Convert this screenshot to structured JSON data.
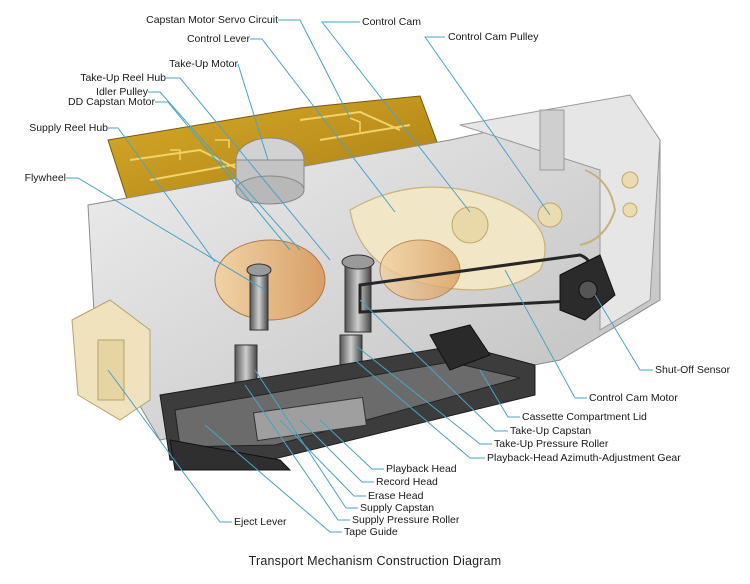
{
  "labels": {
    "capstan_motor_servo_circuit": "Capstan Motor Servo Circuit",
    "control_cam": "Control Cam",
    "control_cam_pulley": "Control Cam Pulley",
    "control_lever": "Control Lever",
    "take_up_motor": "Take-Up Motor",
    "take_up_reel_hub": "Take-Up Reel Hub",
    "idler_pulley": "Idler Pulley",
    "dd_capstan_motor": "DD Capstan Motor",
    "supply_reel_hub": "Supply Reel Hub",
    "flywheel": "Flywheel",
    "shut_off_sensor": "Shut-Off Sensor",
    "control_cam_motor": "Control Cam Motor",
    "cassette_compartment_lid": "Cassette Compartment Lid",
    "take_up_capstan": "Take-Up Capstan",
    "take_up_pressure_roller": "Take-Up Pressure Roller",
    "playback_head_azimuth_adjustment_gear": "Playback-Head Azimuth-Adjustment Gear",
    "playback_head": "Playback Head",
    "record_head": "Record Head",
    "erase_head": "Erase Head",
    "supply_capstan": "Supply Capstan",
    "supply_pressure_roller": "Supply Pressure Roller",
    "tape_guide": "Tape Guide",
    "eject_lever": "Eject Lever"
  },
  "caption": "Transport Mechanism Construction Diagram",
  "colors": {
    "leader_line": "#4aa3c8",
    "pcb": "#c89a1c",
    "chassis": "#dcdcdc",
    "plastic": "#efe2bd",
    "belt": "#2a2a2a",
    "dark_metal": "#3a3a3a"
  }
}
